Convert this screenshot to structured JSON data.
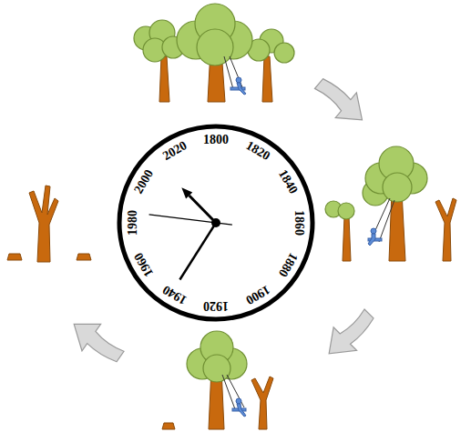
{
  "diagram": {
    "nodes": [
      {
        "text": [
          "1800",
          "1820",
          "1840",
          "1860",
          "1880",
          "1900",
          "1920",
          "1940",
          "1960",
          "1980",
          "2000",
          "2020"
        ]
      }
    ]
  }
}
